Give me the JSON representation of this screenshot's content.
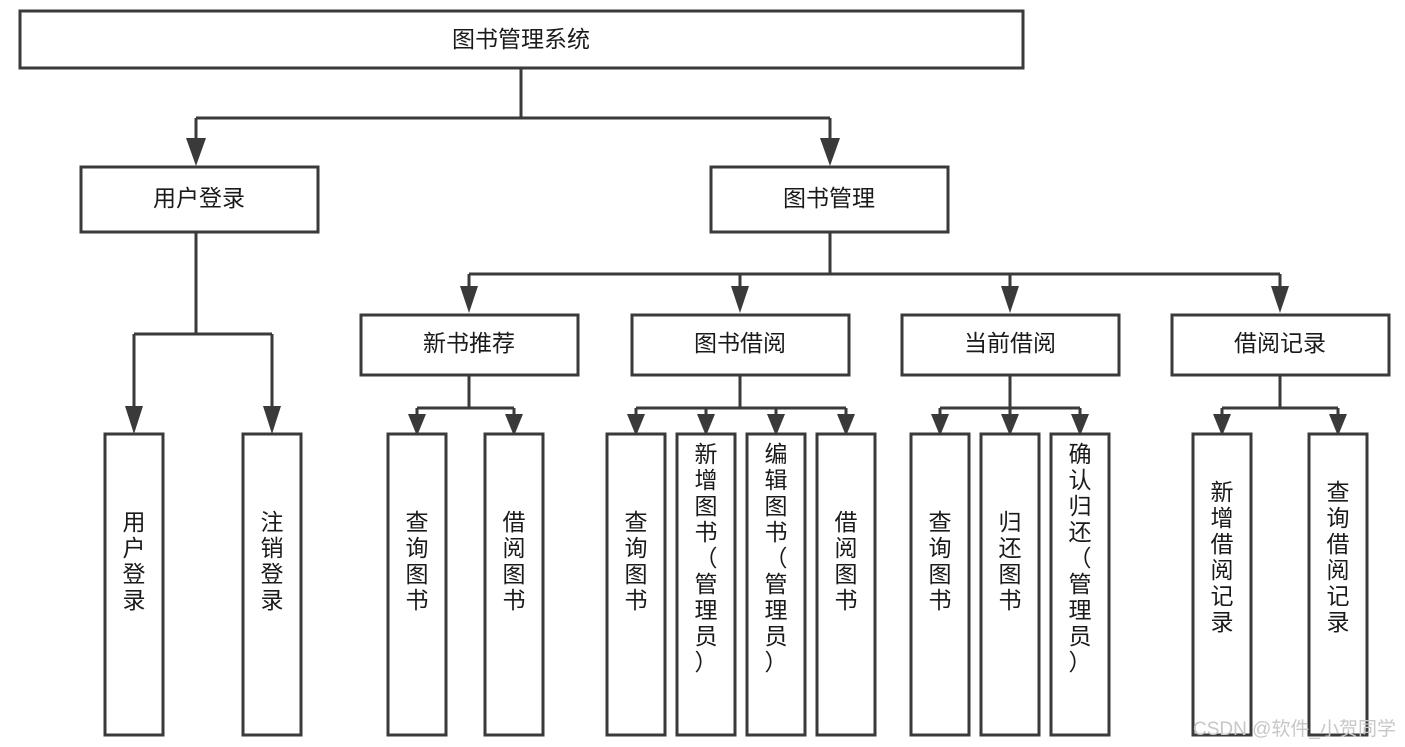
{
  "diagram": {
    "title": "图书管理系统",
    "type": "tree-hierarchy-diagram",
    "colors": {
      "stroke": "#3a3a3a",
      "box_fill": "#ffffff",
      "text": "#1a1a1a",
      "watermark": "#c7c7c7",
      "background": "#ffffff"
    },
    "root": {
      "label": "图书管理系统"
    },
    "level2": [
      {
        "label": "用户登录"
      },
      {
        "label": "图书管理"
      }
    ],
    "level3": [
      {
        "label": "新书推荐"
      },
      {
        "label": "图书借阅"
      },
      {
        "label": "当前借阅"
      },
      {
        "label": "借阅记录"
      }
    ],
    "leaves": {
      "user_login_children": [
        {
          "label": "用户登录"
        },
        {
          "label": "注销登录"
        }
      ],
      "new_book_children": [
        {
          "label": "查询图书"
        },
        {
          "label": "借阅图书"
        }
      ],
      "book_borrow_children": [
        {
          "label": "查询图书"
        },
        {
          "label": "新增图书（管理员）"
        },
        {
          "label": "编辑图书（管理员）"
        },
        {
          "label": "借阅图书"
        }
      ],
      "current_borrow_children": [
        {
          "label": "查询图书"
        },
        {
          "label": "归还图书"
        },
        {
          "label": "确认归还（管理员）"
        }
      ],
      "borrow_record_children": [
        {
          "label": "新增借阅记录"
        },
        {
          "label": "查询借阅记录"
        }
      ]
    },
    "watermark": "CSDN @软件_小贺同学"
  }
}
